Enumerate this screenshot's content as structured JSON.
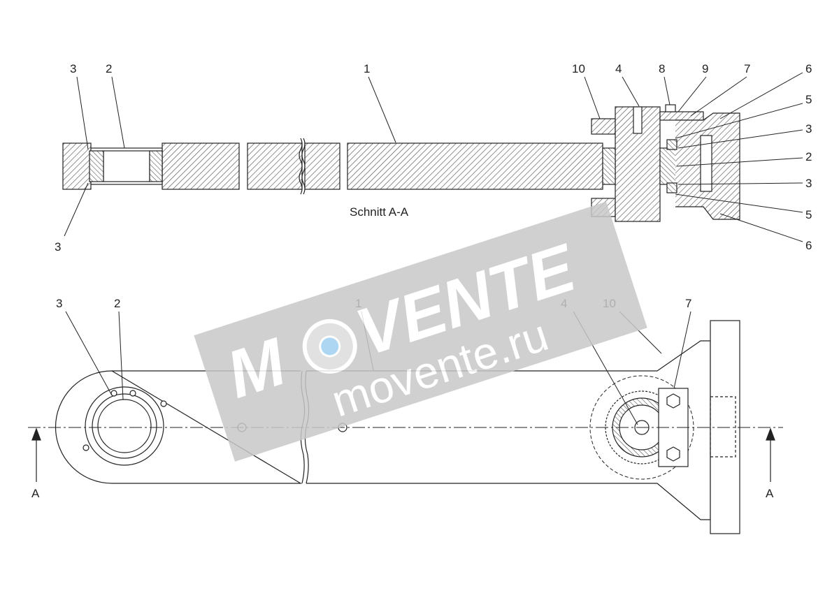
{
  "section_title": "Schnitt A-A",
  "section_marker": "A",
  "callouts_top": [
    "3",
    "2",
    "1",
    "10",
    "4",
    "8",
    "9",
    "7",
    "6",
    "5",
    "3",
    "2",
    "3",
    "5",
    "6",
    "3"
  ],
  "callouts_bottom": [
    "3",
    "2",
    "1",
    "4",
    "10",
    "7"
  ],
  "watermark": {
    "brand": "VENTE",
    "brand_prefix": "M",
    "domain": "movente.ru",
    "color": "#c8c8c8"
  },
  "colors": {
    "line": "#222222",
    "hatch": "#555555"
  }
}
